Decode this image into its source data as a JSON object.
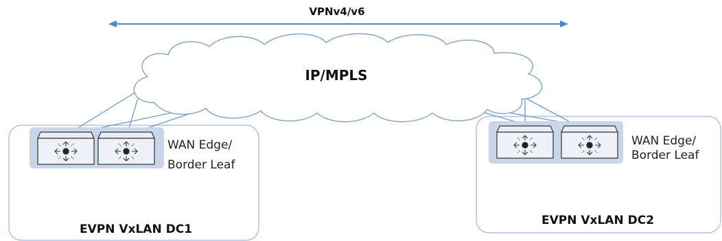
{
  "diagram": {
    "top_arrow_label": "VPNv4/v6",
    "cloud_label": "IP/MPLS",
    "dc1": {
      "title": "EVPN VxLAN DC1",
      "router_label_line1": "WAN Edge/",
      "router_label_line2": "Border Leaf"
    },
    "dc2": {
      "title": "EVPN VxLAN DC2",
      "router_label_line1": "WAN Edge/",
      "router_label_line2": "Border Leaf"
    },
    "colors": {
      "arrow": "#4e86c6",
      "cloud_fill": "#ffffff",
      "cloud_stroke": "#7fa3cf",
      "links": "#6b9ad0",
      "dc_border": "#9db8d9",
      "router_group_fill": "#c9d6ea"
    }
  }
}
